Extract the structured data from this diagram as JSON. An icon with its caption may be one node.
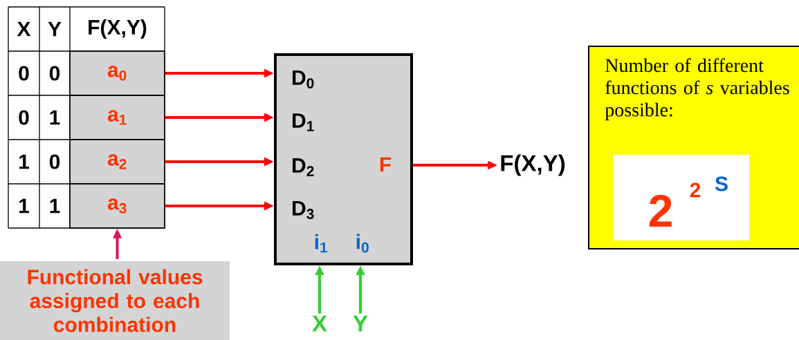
{
  "diagram": {
    "nodes": [
      {
        "text": [
          "a$_{0}$"
        ]
      },
      {
        "text": [
          "a$_{1}$"
        ]
      },
      {
        "text": [
          "a$_{2}$"
        ]
      },
      {
        "text": [
          "a$_{3}$"
        ]
      },
      {
        "text": [
          "D$_{0}$",
          "D$_{1}$",
          "D$_{2}$",
          "D$_{3}$",
          "F",
          "i$_{1}$",
          "i$_{0}$"
        ]
      },
      {
        "text": [
          "F(X,Y)"
        ]
      },
      {
        "text": [
          "Functional values assigned to each combination"
        ]
      },
      {
        "text": [
          "X"
        ]
      },
      {
        "text": [
          "Y"
        ]
      },
      {
        "text": [
          "Number of different functions of *s* variables possible:"
        ]
      },
      {
        "text": [
          "2",
          "2",
          "S"
        ],
        "in": 9
      }
    ],
    "edges": [
      {
        "from": 0,
        "to": 4,
        "arrow": "to"
      },
      {
        "from": 1,
        "to": 4,
        "arrow": "to"
      },
      {
        "from": 2,
        "to": 4,
        "arrow": "to"
      },
      {
        "from": 3,
        "to": 4,
        "arrow": "to"
      },
      {
        "from": 4,
        "to": 5,
        "arrow": "to"
      },
      {
        "from": 6,
        "to": 3,
        "arrow": "to",
        "color": "#dd1155"
      },
      {
        "from": 7,
        "to": 4,
        "arrow": "to",
        "color": "#33cc33"
      },
      {
        "from": 8,
        "to": 4,
        "arrow": "to",
        "color": "#33cc33"
      }
    ],
    "labels": [
      "X",
      "Y",
      "F(X,Y)",
      "0",
      "0",
      "0",
      "1",
      "1",
      "0",
      "1",
      "1"
    ]
  }
}
